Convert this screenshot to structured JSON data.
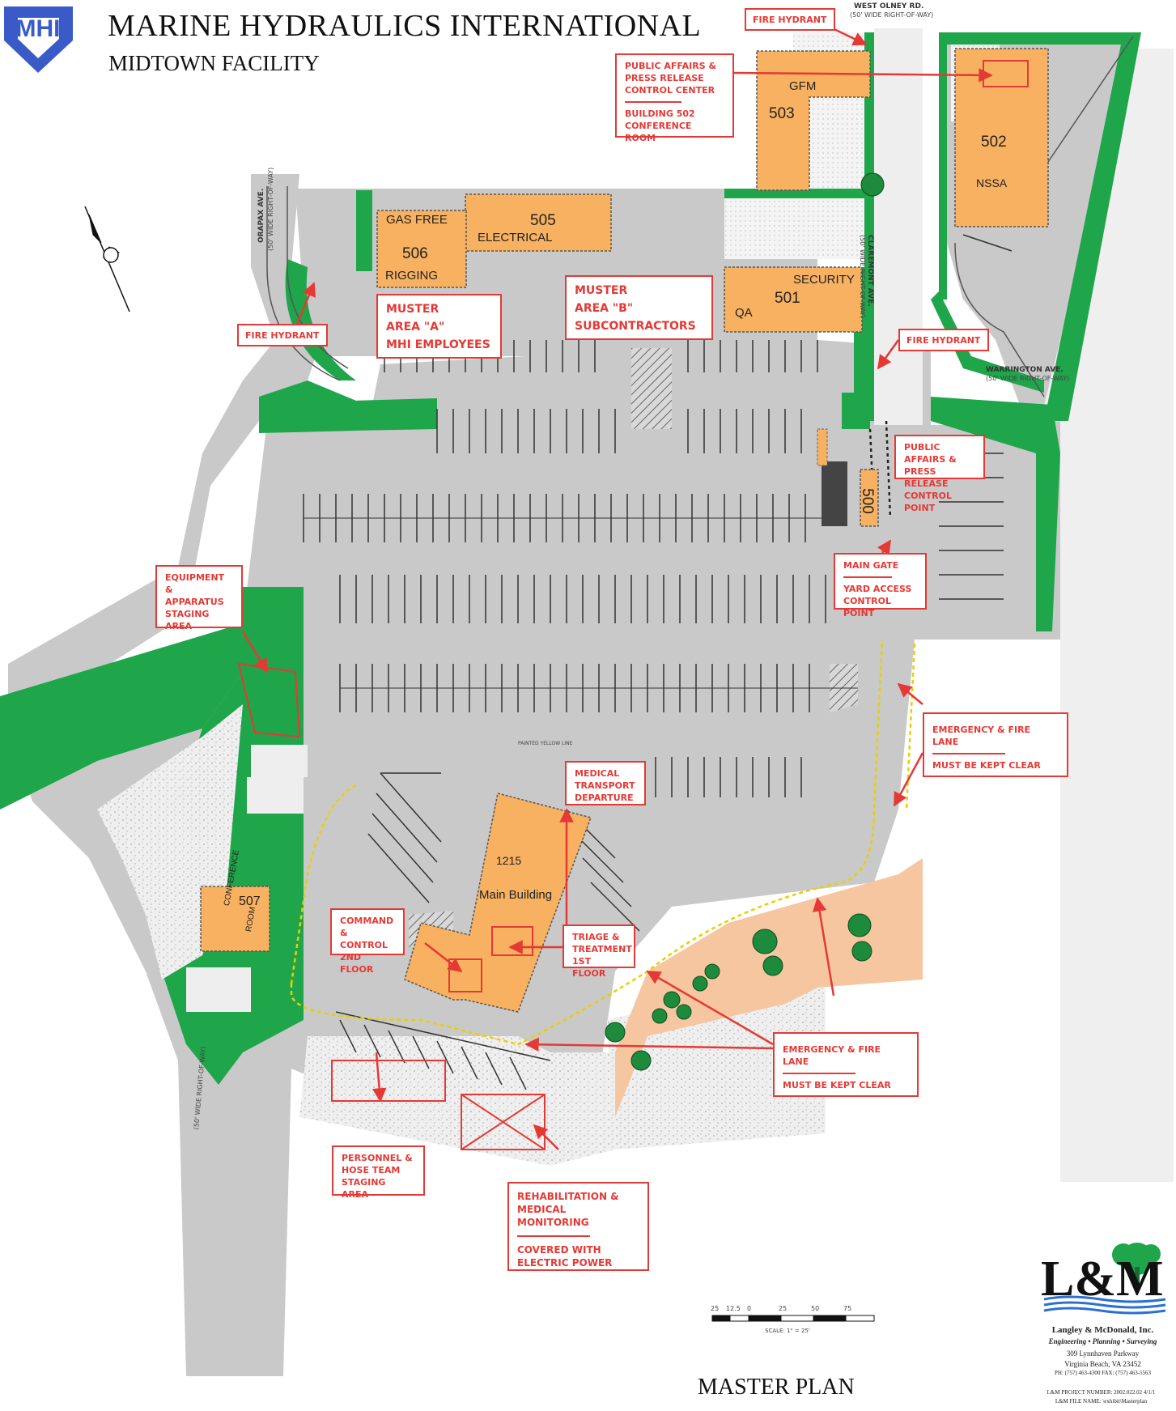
{
  "header": {
    "logo_text": "MHI",
    "title": "MARINE HYDRAULICS INTERNATIONAL",
    "subtitle": "MIDTOWN FACILITY"
  },
  "colors": {
    "road": "#c9c9c9",
    "grass": "#1fa54a",
    "building": "#f7b160",
    "callout": "#e53935",
    "landscape": "#f6c6a0",
    "gravel": "#eeeeee",
    "logo_blue": "#3a5bc7"
  },
  "buildings": {
    "b503": {
      "num": "503",
      "name": "GFM"
    },
    "b502": {
      "num": "502",
      "name": "NSSA"
    },
    "b505": {
      "num": "505",
      "name": "ELECTRICAL"
    },
    "b506": {
      "num": "506",
      "name_top": "GAS FREE",
      "name_bottom": "RIGGING"
    },
    "b501": {
      "num": "501",
      "name_top": "SECURITY",
      "name_left": "QA"
    },
    "b500": {
      "num": "500"
    },
    "b1215": {
      "num": "1215",
      "name": "Main Building"
    },
    "b507": {
      "num": "507",
      "name_line1": "CONFERENCE",
      "name_line2": "ROOM"
    }
  },
  "streets": {
    "west_olney": "WEST OLNEY RD.",
    "west_olney_row": "(50' WIDE RIGHT-OF-WAY)",
    "claremont": "CLAREMONT AVE.",
    "claremont_row": "(50' WIDE RIGHT-OF-WAY)",
    "warrington": "WARRINGTON AVE.",
    "warrington_row": "(50' WIDE RIGHT-OF-WAY)",
    "orapax": "ORAPAX AVE.",
    "orapax_row": "(50' WIDE RIGHT-OF-WAY)",
    "south_road_row": "(50' WIDE RIGHT-OF-WAY)",
    "yellow_line": "PAINTED YELLOW LINE"
  },
  "callouts": {
    "fire_hydrant_top": "FIRE HYDRANT",
    "pa_center": {
      "line1": "PUBLIC AFFAIRS &",
      "line2": "PRESS RELEASE",
      "line3": "CONTROL CENTER",
      "line4": "BUILDING 502",
      "line5": "CONFERENCE ROOM"
    },
    "fire_hydrant_left": "FIRE HYDRANT",
    "fire_hydrant_right": "FIRE HYDRANT",
    "muster_a": {
      "line1": "MUSTER",
      "line2": "AREA \"A\"",
      "line3": "MHI EMPLOYEES"
    },
    "muster_b": {
      "line1": "MUSTER",
      "line2": "AREA \"B\"",
      "line3": "SUBCONTRACTORS"
    },
    "pa_point": {
      "line1": "PUBLIC AFFAIRS &",
      "line2": "PRESS RELEASE",
      "line3": "CONTROL POINT"
    },
    "main_gate": {
      "line1": "MAIN GATE",
      "line2": "YARD ACCESS",
      "line3": "CONTROL POINT"
    },
    "equipment": {
      "line1": "EQUIPMENT",
      "line2": "& APPARATUS",
      "line3": "STAGING",
      "line4": "AREA"
    },
    "fire_lane_right": {
      "line1": "EMERGENCY & FIRE LANE",
      "line2": "MUST BE KEPT CLEAR"
    },
    "medical_transport": {
      "line1": "MEDICAL",
      "line2": "TRANSPORT",
      "line3": "DEPARTURE"
    },
    "command": {
      "line1": "COMMAND &",
      "line2": "CONTROL",
      "line3": "2ND FLOOR"
    },
    "triage": {
      "line1": "TRIAGE &",
      "line2": "TREATMENT",
      "line3": "1ST FLOOR"
    },
    "fire_lane_bottom": {
      "line1": "EMERGENCY & FIRE LANE",
      "line2": "MUST BE KEPT CLEAR"
    },
    "personnel": {
      "line1": "PERSONNEL &",
      "line2": "HOSE TEAM",
      "line3": "STAGING AREA"
    },
    "rehab": {
      "line1": "REHABILITATION &",
      "line2": "MEDICAL MONITORING",
      "line3": "COVERED WITH",
      "line4": "ELECTRIC POWER"
    }
  },
  "scale": {
    "ticks": [
      "25",
      "12.5",
      "0",
      "25",
      "50",
      "75"
    ],
    "label": "SCALE: 1\" = 25'"
  },
  "footer": {
    "plan_title": "MASTER PLAN",
    "firm_logo": "L&M",
    "firm_name": "Langley & McDonald, Inc.",
    "firm_services": "Engineering • Planning • Surveying",
    "address1": "309 Lynnhaven Parkway",
    "address2": "Virginia Beach, VA 23452",
    "phone": "PH: (757) 463-4300 FAX: (757) 463-5563",
    "project_number": "L&M PROJECT NUMBER: 2002.022.02 4/1/1",
    "file_name": "L&M FILE NAME: \\exhibit\\Masterplan"
  }
}
